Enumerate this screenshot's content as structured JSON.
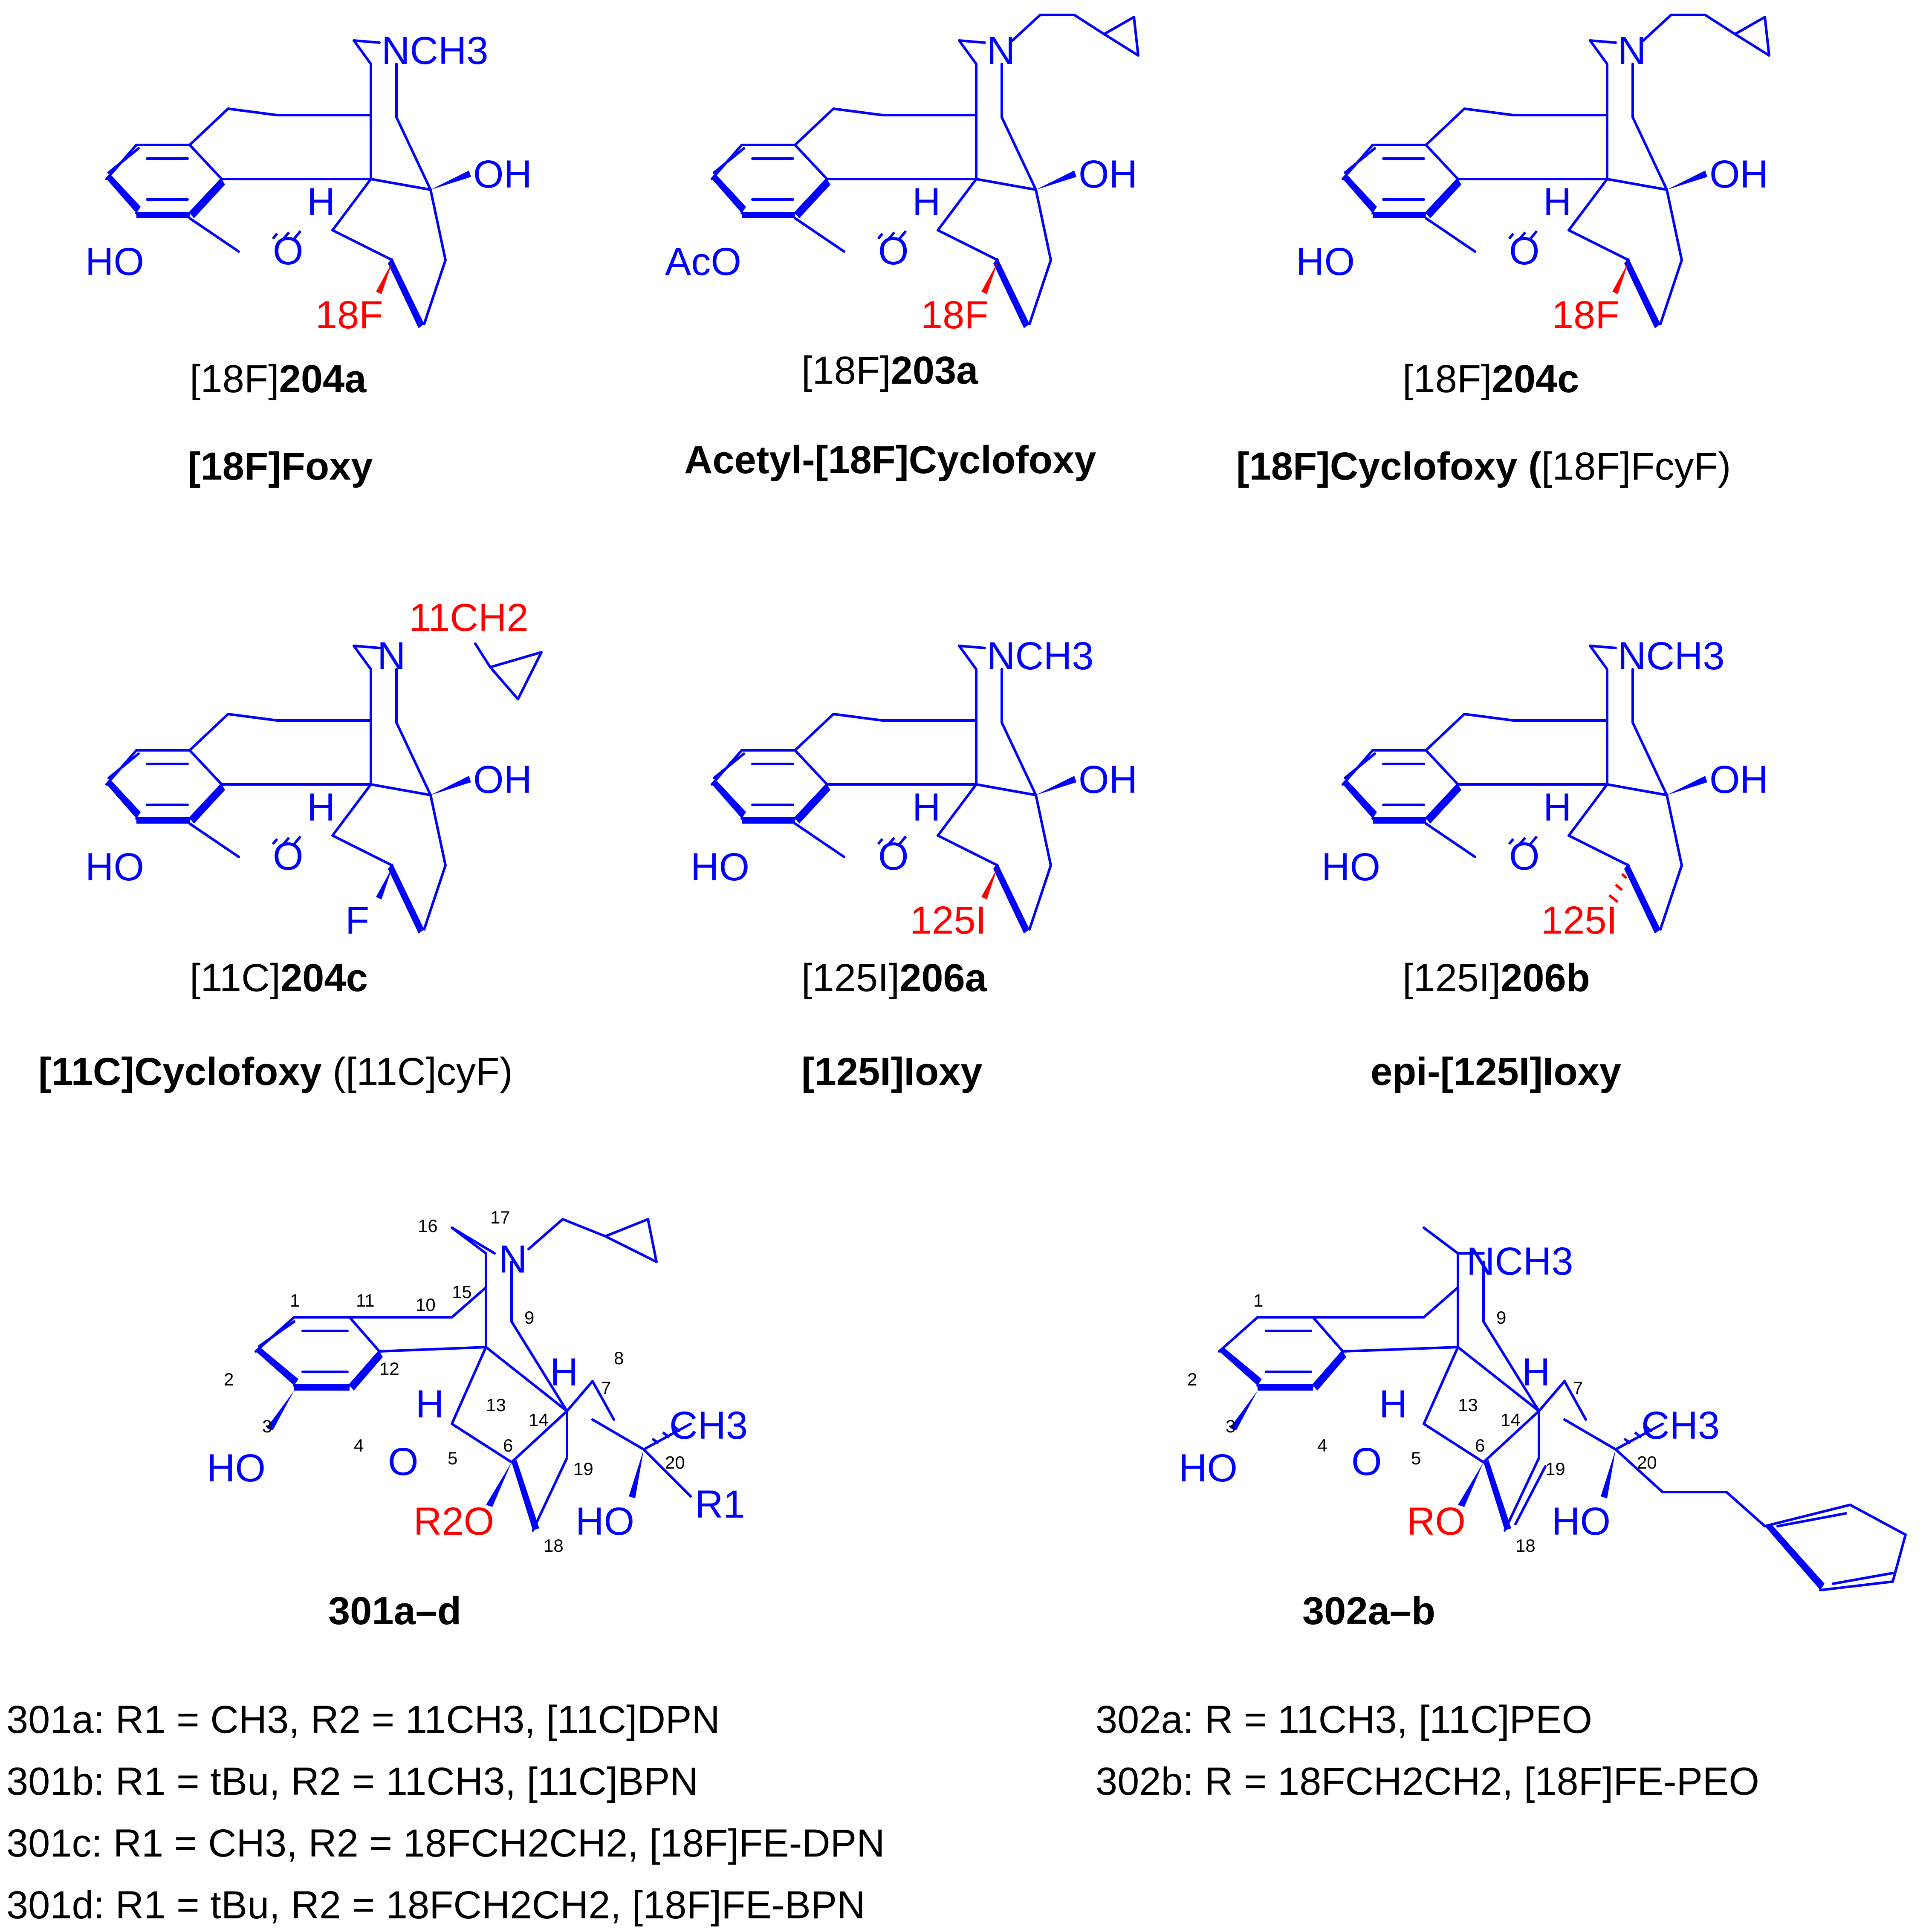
{
  "compounds": [
    {
      "code_prefix": "[18F]",
      "code_bold": "204a",
      "name": "[18F]Foxy",
      "name_suffix": "",
      "n_group": "NCH3",
      "aryl_sub": "HO",
      "c6_sub": "18F"
    },
    {
      "code_prefix": "[18F]",
      "code_bold": "203a",
      "name": "Acetyl-[18F]Cyclofoxy",
      "name_suffix": "",
      "n_group": "N",
      "aryl_sub": "AcO",
      "c6_sub": "18F"
    },
    {
      "code_prefix": "[18F]",
      "code_bold": "204c",
      "name": "[18F]Cyclofoxy (",
      "name_suffix": "[18F]FcyF)",
      "n_group": "N",
      "aryl_sub": "HO",
      "c6_sub": "18F"
    },
    {
      "code_prefix": "[11C]",
      "code_bold": "204c",
      "name": "[11C]Cyclofoxy",
      "name_suffix": " ([11C]cyF)",
      "n_group": "N",
      "n_ch2": "11CH2",
      "aryl_sub": "HO",
      "c6_sub": "F"
    },
    {
      "code_prefix": "[125I]",
      "code_bold": "206a",
      "name": "[125I]Ioxy",
      "name_suffix": "",
      "n_group": "NCH3",
      "aryl_sub": "HO",
      "c6_sub": "125I"
    },
    {
      "code_prefix": "[125I]",
      "code_bold": "206b",
      "name": "epi-[125I]Ioxy",
      "name_suffix": "",
      "n_group": "NCH3",
      "aryl_sub": "HO",
      "c6_sub": "125I"
    }
  ],
  "series": [
    {
      "label": "301a–d",
      "n_group": "N",
      "aryl_sub": "HO",
      "ether_sub": "R2O",
      "oh": "HO",
      "methyl": "CH3",
      "r_group": "R1",
      "h": "H",
      "o": "O"
    },
    {
      "label": "302a–b",
      "n_group": "NCH3",
      "aryl_sub": "HO",
      "ether_sub": "RO",
      "oh": "HO",
      "methyl": "CH3",
      "h": "H",
      "o": "O"
    }
  ],
  "atom_numbers_301": [
    "1",
    "2",
    "3",
    "4",
    "5",
    "6",
    "7",
    "8",
    "9",
    "10",
    "11",
    "12",
    "13",
    "14",
    "15",
    "16",
    "17",
    "18",
    "19",
    "20"
  ],
  "atom_numbers_302": [
    "1",
    "2",
    "3",
    "4",
    "5",
    "6",
    "7",
    "9",
    "13",
    "14",
    "18",
    "19",
    "20"
  ],
  "legend_301": [
    "301a: R1 = CH3, R2 = 11CH3, [11C]DPN",
    "301b: R1 = tBu, R2 = 11CH3, [11C]BPN",
    "301c: R1 = CH3, R2 = 18FCH2CH2, [18F]FE-DPN",
    "301d: R1 = tBu, R2 = 18FCH2CH2, [18F]FE-BPN"
  ],
  "legend_302": [
    "302a: R = 11CH3, [11C]PEO",
    "302b: R = 18FCH2CH2, [18F]FE-PEO"
  ],
  "colors": {
    "structure": "#0000ff",
    "isotope": "#ff0000",
    "text": "#000000"
  }
}
